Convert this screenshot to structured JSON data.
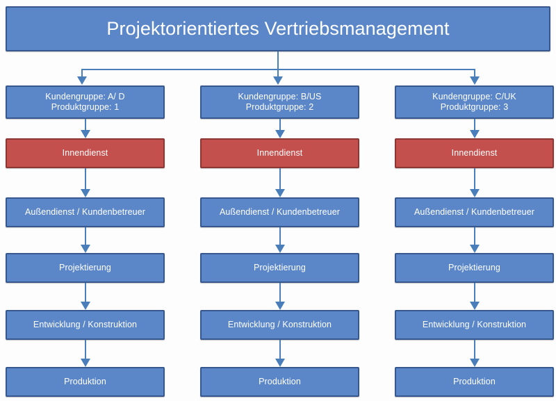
{
  "diagram": {
    "title": "Projektorientiertes Vertriebsmanagement",
    "colors": {
      "blue_fill": "#5b87c8",
      "blue_border": "#36588f",
      "red_fill": "#c4504e",
      "red_border": "#8c3733",
      "connector": "#4a7ebb",
      "text": "#ffffff",
      "background": "#fdfdfd"
    },
    "columns": [
      {
        "header": {
          "customer_group": "Kundengruppe: A/ D",
          "product_group": "Produktgruppe: 1"
        },
        "steps": [
          "Innendienst",
          "Außendienst / Kundenbetreuer",
          "Projektierung",
          "Entwicklung / Konstruktion",
          "Produktion"
        ]
      },
      {
        "header": {
          "customer_group": "Kundengruppe: B/US",
          "product_group": "Produktgruppe: 2"
        },
        "steps": [
          "Innendienst",
          "Außendienst / Kundenbetreuer",
          "Projektierung",
          "Entwicklung / Konstruktion",
          "Produktion"
        ]
      },
      {
        "header": {
          "customer_group": "Kundengruppe: C/UK",
          "product_group": "Produktgruppe: 3"
        },
        "steps": [
          "Innendienst",
          "Außendienst / Kundenbetreuer",
          "Projektierung",
          "Entwicklung / Konstruktion",
          "Produktion"
        ]
      }
    ]
  }
}
